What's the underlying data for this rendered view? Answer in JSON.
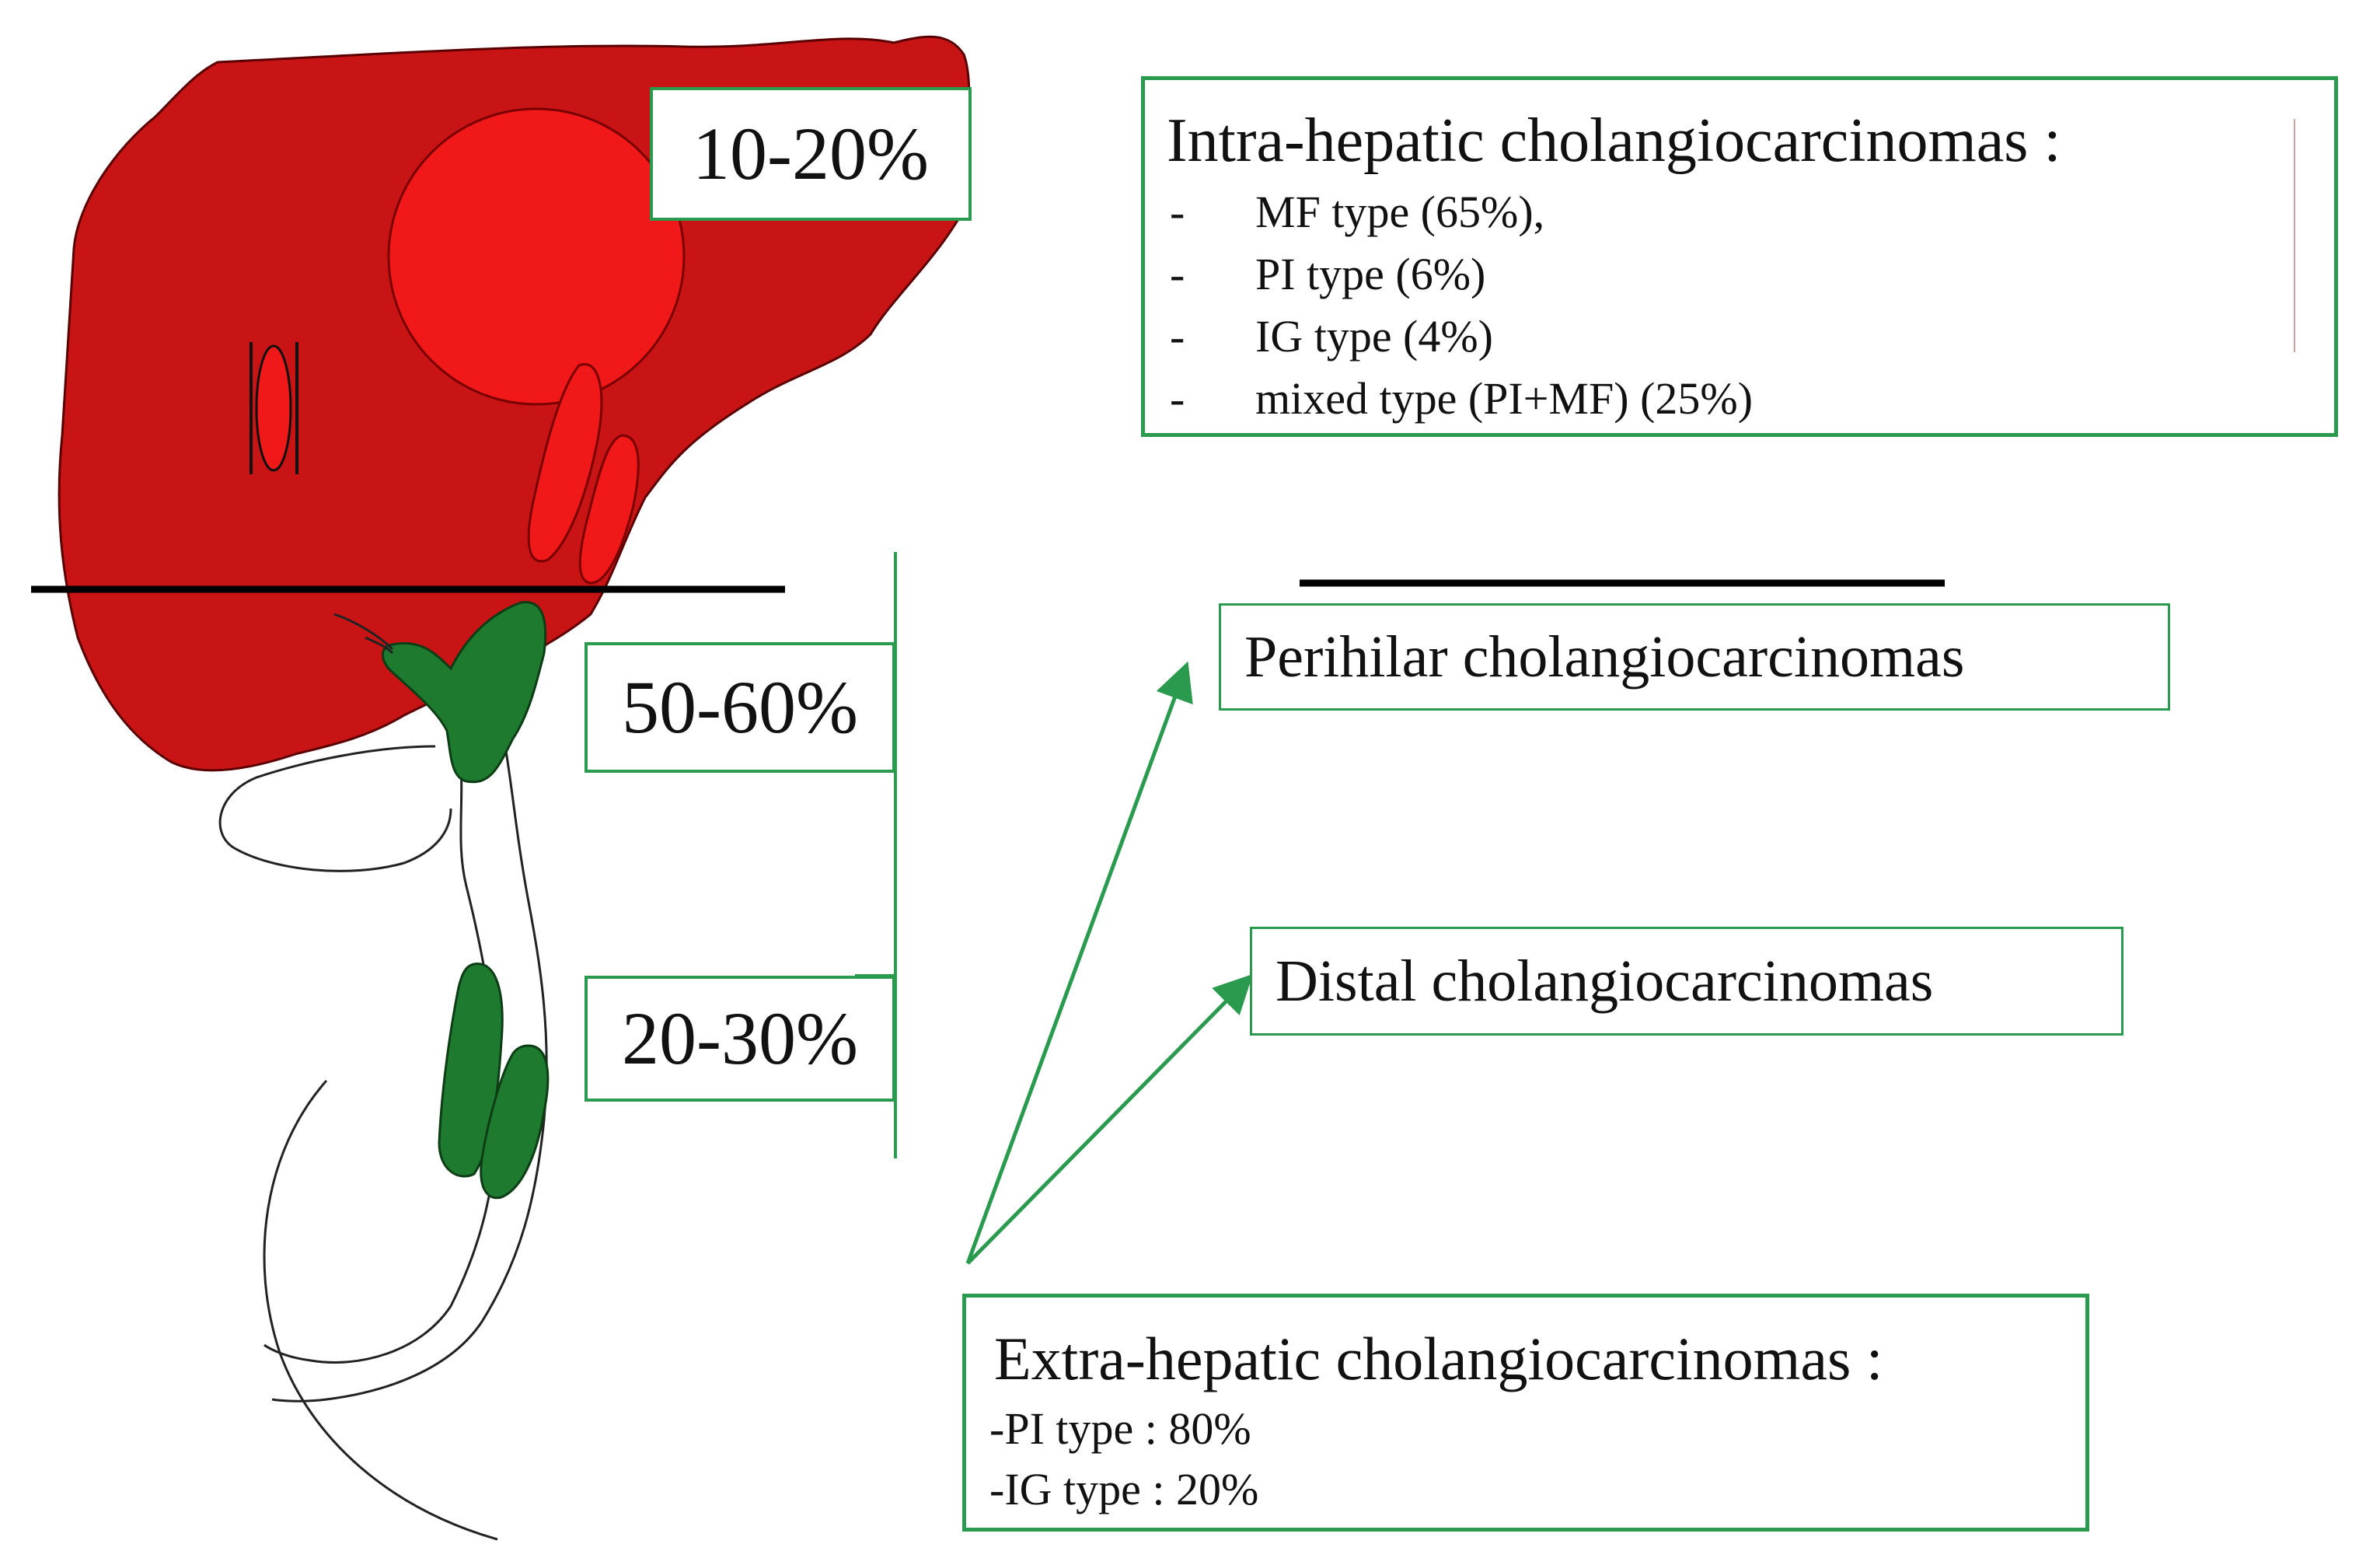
{
  "percentages": {
    "intrahepatic": "10-20%",
    "perihilar": "50-60%",
    "distal": "20-30%"
  },
  "intrahepatic_box": {
    "title": "Intra-hepatic cholangiocarcinomas :",
    "items": [
      {
        "dash": "-",
        "text": "MF type (65%),"
      },
      {
        "dash": "-",
        "text": "PI type (6%)"
      },
      {
        "dash": "-",
        "text": "IG type (4%)"
      },
      {
        "dash": "-",
        "text": "mixed  type (PI+MF) (25%)"
      }
    ]
  },
  "perihilar_label": "Perihilar cholangiocarcinomas",
  "distal_label": "Distal cholangiocarcinomas",
  "extrahepatic_box": {
    "title": "Extra-hepatic cholangiocarcinomas :",
    "items": [
      "-PI type : 80%",
      "-IG type : 20%"
    ]
  },
  "colors": {
    "liver": "#c81414",
    "tumor_intrahepatic": "#f01818",
    "tumor_extrahepatic": "#1e7a2e",
    "box_border": "#2a9a4f",
    "arrow": "#2a9a4f",
    "divider": "#000000"
  }
}
